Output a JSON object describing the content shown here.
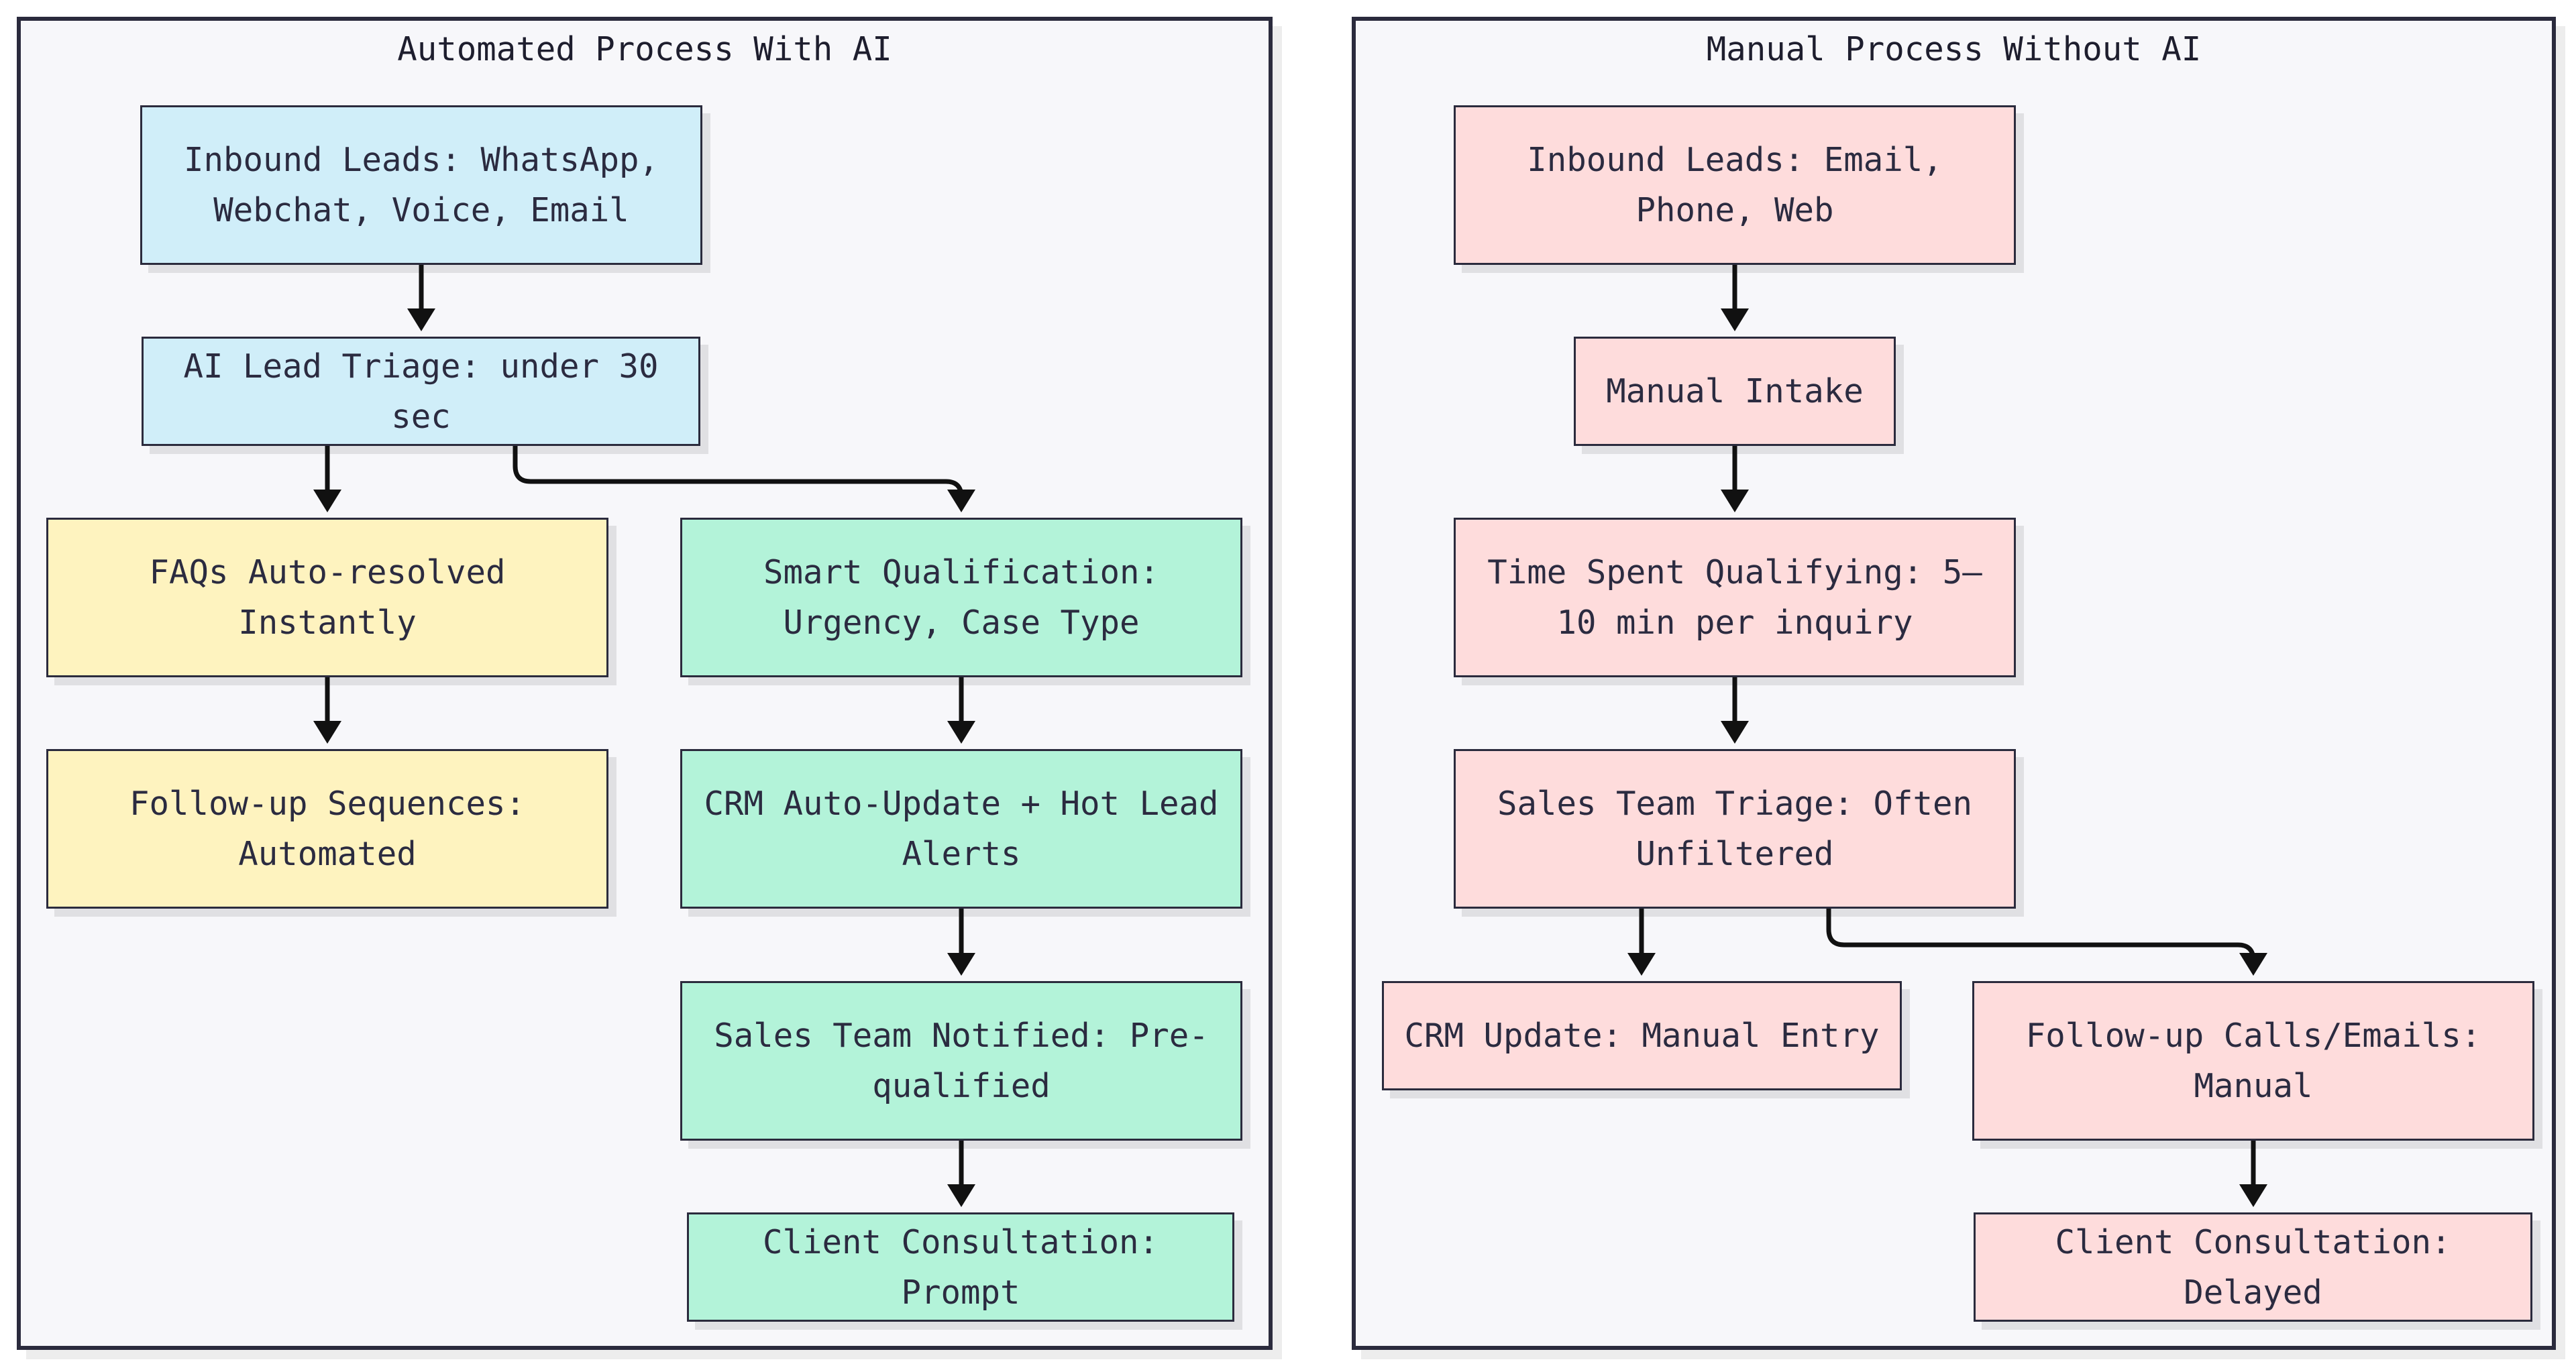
{
  "panels": {
    "automated": {
      "title": "Automated Process With AI"
    },
    "manual": {
      "title": "Manual Process Without AI"
    }
  },
  "nodes": {
    "ai_inbound": "Inbound Leads: WhatsApp, Webchat, Voice, Email",
    "ai_triage": "AI Lead Triage: under 30 sec",
    "ai_faqs": "FAQs Auto-resolved Instantly",
    "ai_smart": "Smart Qualification: Urgency, Case Type",
    "ai_followup": "Follow-up Sequences: Automated",
    "ai_crm": "CRM Auto-Update + Hot Lead Alerts",
    "ai_sales": "Sales Team Notified: Pre-qualified",
    "ai_consult": "Client Consultation: Prompt",
    "m_inbound": "Inbound Leads: Email, Phone, Web",
    "m_intake": "Manual Intake",
    "m_time": "Time Spent Qualifying: 5–10 min per inquiry",
    "m_sales": "Sales Team Triage: Often Unfiltered",
    "m_crm": "CRM Update: Manual Entry",
    "m_followup": "Follow-up Calls/Emails: Manual",
    "m_consult": "Client Consultation: Delayed"
  },
  "colors": {
    "blue": "#d0eef9",
    "yellow": "#fef3bf",
    "green": "#b3f3d9",
    "pink": "#fedcdc",
    "border": "#2b2b3d",
    "panel_bg": "#f7f7fa"
  }
}
